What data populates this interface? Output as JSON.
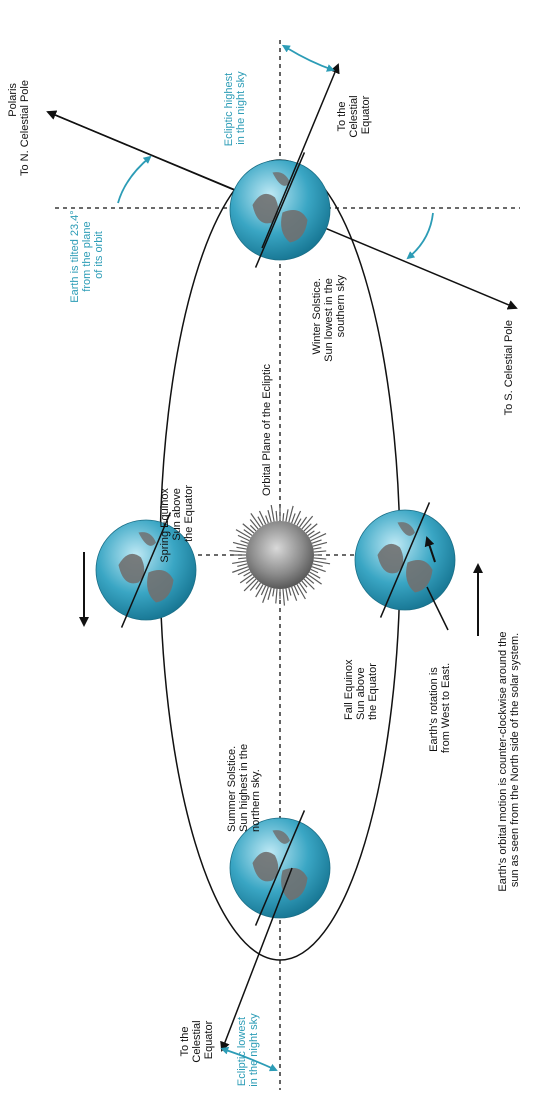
{
  "colors": {
    "teal_accent": "#2c9cb6",
    "earth_ocean": "#3aa6c4",
    "earth_land": "#707070",
    "line": "#111111"
  },
  "labels": {
    "polaris": [
      "Polaris",
      "To N. Celestial Pole"
    ],
    "s_pole": "To S. Celestial Pole",
    "ecliptic_highest": [
      "Ecliptic highest",
      "in the night sky"
    ],
    "ecliptic_lowest": [
      "Ecliptic lowest",
      "in the night sky"
    ],
    "celestial_equator_top": [
      "To the",
      "Celestial",
      "Equator"
    ],
    "celestial_equator_bottom": [
      "To the",
      "Celestial",
      "Equator"
    ],
    "tilt": [
      "Earth is tilted 23.4°",
      "from the plane",
      "of its orbit"
    ],
    "winter_solstice": [
      "Winter Solstice.",
      "Sun lowest in the",
      "southern sky"
    ],
    "orbital_plane": "Orbital Plane of the Ecliptic",
    "spring_equinox": [
      "Spring Equinox",
      "Sun above",
      "the Equator"
    ],
    "fall_equinox": [
      "Fall Equinox",
      "Sun above",
      "the Equator"
    ],
    "summer_solstice": [
      "Summer Solstice.",
      "Sun highest in the",
      "northern sky."
    ],
    "rotation": [
      "Earth's rotation is",
      "from West to East."
    ],
    "orbital_motion": [
      "Earth's orbital motion is counter-clockwise around the",
      "sun as seen from the North side of the solar system."
    ]
  },
  "icons": [
    "earth-globe-icon",
    "sun-icon",
    "direction-arrow-icon",
    "angle-arc-icon"
  ]
}
